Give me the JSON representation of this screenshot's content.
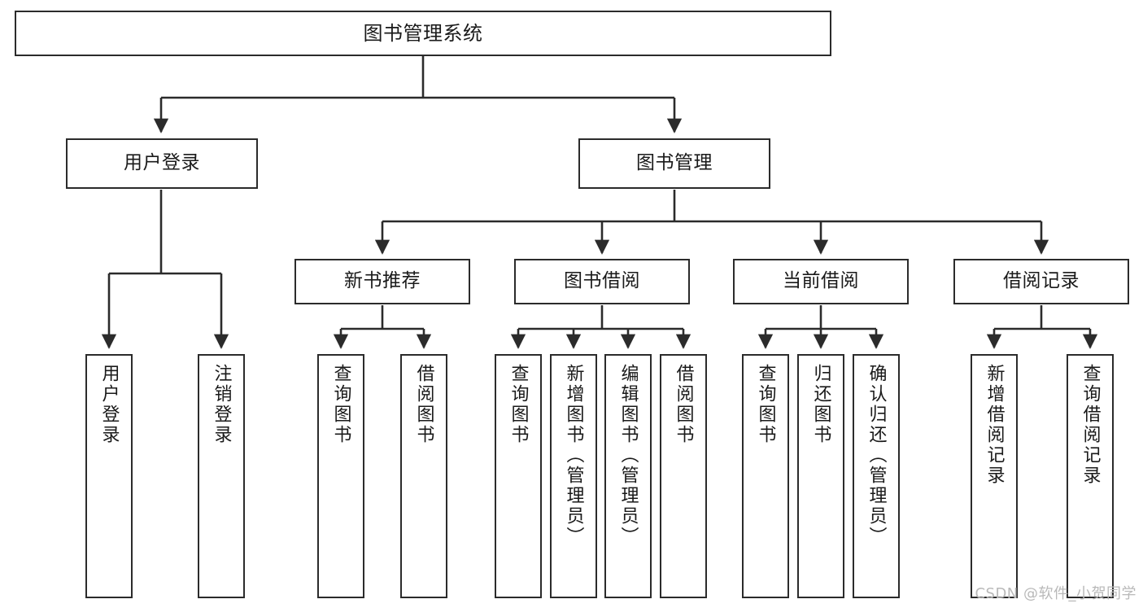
{
  "diagram": {
    "title": "图书管理系统",
    "type": "tree",
    "watermark": "CSDN @软件_小贺同学",
    "colors": {
      "stroke": "#2b2b2b",
      "background": "#ffffff",
      "text": "#1a1a1a",
      "watermark": "#b9b9b9"
    },
    "levels": {
      "root": {
        "label": "图书管理系统"
      },
      "level2": [
        {
          "label": "用户登录"
        },
        {
          "label": "图书管理"
        }
      ],
      "level3": [
        {
          "label": "新书推荐"
        },
        {
          "label": "图书借阅"
        },
        {
          "label": "当前借阅"
        },
        {
          "label": "借阅记录"
        }
      ],
      "leaves": {
        "user_login": [
          {
            "label": "用户登录"
          },
          {
            "label": "注销登录"
          }
        ],
        "new_book_recommend": [
          {
            "label": "查询图书"
          },
          {
            "label": "借阅图书"
          }
        ],
        "book_borrow": [
          {
            "label": "查询图书"
          },
          {
            "label": "新增图书（管理员）"
          },
          {
            "label": "编辑图书（管理员）"
          },
          {
            "label": "借阅图书"
          }
        ],
        "current_borrow": [
          {
            "label": "查询图书"
          },
          {
            "label": "归还图书"
          },
          {
            "label": "确认归还（管理员）"
          }
        ],
        "borrow_record": [
          {
            "label": "新增借阅记录"
          },
          {
            "label": "查询借阅记录"
          }
        ]
      }
    }
  }
}
